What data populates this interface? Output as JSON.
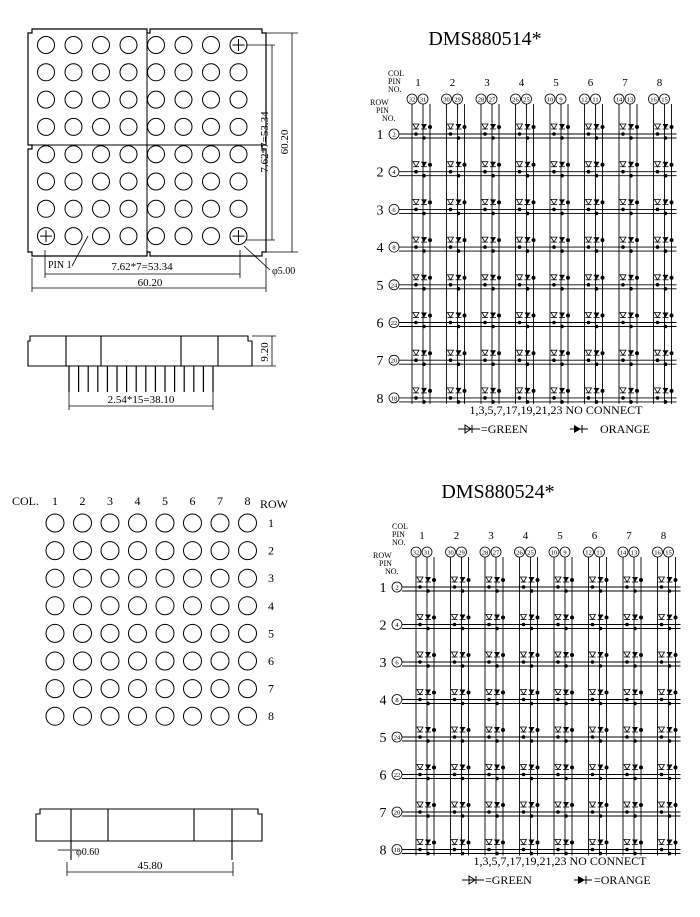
{
  "top_left": {
    "dim_height": "60.20",
    "dim_rows": "7.62*7=53.34",
    "dim_pitch": "7.62*7=53.34",
    "dim_width": "60.20",
    "pin1_label": "PIN 1",
    "dia_label": "φ5.00",
    "side_height": "9.20",
    "pin_spacing": "2.54*15=38.10"
  },
  "bottom_left": {
    "col_label": "COL.",
    "row_label": "ROW",
    "col_numbers": [
      "1",
      "2",
      "3",
      "4",
      "5",
      "6",
      "7",
      "8"
    ],
    "row_numbers": [
      "1",
      "2",
      "3",
      "4",
      "5",
      "6",
      "7",
      "8"
    ],
    "pin_dia": "φ0.60",
    "width": "45.80"
  },
  "schematics": [
    {
      "title": "DMS880514*",
      "col_pin_header": [
        "COL",
        "PIN",
        "NO."
      ],
      "row_pin_header": [
        "ROW",
        "PIN",
        "NO."
      ],
      "col_numbers": [
        "1",
        "2",
        "3",
        "4",
        "5",
        "6",
        "7",
        "8"
      ],
      "col_pins": [
        [
          "32",
          "31"
        ],
        [
          "30",
          "29"
        ],
        [
          "28",
          "27"
        ],
        [
          "26",
          "25"
        ],
        [
          "10",
          "9"
        ],
        [
          "12",
          "11"
        ],
        [
          "14",
          "13"
        ],
        [
          "16",
          "15"
        ]
      ],
      "row_numbers": [
        "1",
        "2",
        "3",
        "4",
        "5",
        "6",
        "7",
        "8"
      ],
      "row_pins": [
        "2",
        "4",
        "6",
        "8",
        "24",
        "22",
        "20",
        "18"
      ],
      "note": "1,3,5,7,17,19,21,23 NO CONNECT",
      "legend_green": "=GREEN",
      "legend_orange": "ORANGE"
    },
    {
      "title": "DMS880524*",
      "col_pin_header": [
        "COL",
        "PIN",
        "NO."
      ],
      "row_pin_header": [
        "ROW",
        "PIN",
        "NO."
      ],
      "col_numbers": [
        "1",
        "2",
        "3",
        "4",
        "5",
        "6",
        "7",
        "8"
      ],
      "col_pins": [
        [
          "32",
          "31"
        ],
        [
          "30",
          "29"
        ],
        [
          "28",
          "27"
        ],
        [
          "26",
          "25"
        ],
        [
          "10",
          "9"
        ],
        [
          "12",
          "11"
        ],
        [
          "14",
          "13"
        ],
        [
          "16",
          "15"
        ]
      ],
      "row_numbers": [
        "1",
        "2",
        "3",
        "4",
        "5",
        "6",
        "7",
        "8"
      ],
      "row_pins": [
        "2",
        "4",
        "6",
        "8",
        "24",
        "22",
        "20",
        "18"
      ],
      "note": "1,3,5,7,17,19,21,23 NO CONNECT",
      "legend_green": "=GREEN",
      "legend_orange": "=ORANGE"
    }
  ]
}
